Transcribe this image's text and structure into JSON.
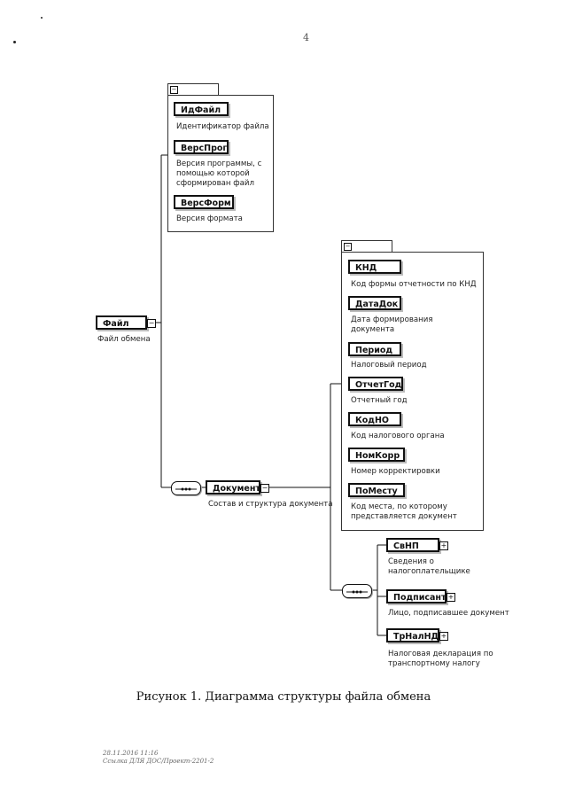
{
  "page_number": "4",
  "root": {
    "name": "Файл",
    "description": "Файл обмена"
  },
  "root_attributes": {
    "header": "attributes",
    "items": [
      {
        "name": "ИдФайл",
        "description": "Идентификатор файла"
      },
      {
        "name": "ВерсПрог",
        "description": "Версия программы, с помощью которой сформирован файл"
      },
      {
        "name": "ВерсФорм",
        "description": "Версия формата"
      }
    ]
  },
  "document": {
    "name": "Документ",
    "description": "Состав и структура документа"
  },
  "document_attributes": {
    "header": "attributes",
    "items": [
      {
        "name": "КНД",
        "description": "Код формы отчетности по КНД"
      },
      {
        "name": "ДатаДок",
        "description": "Дата формирования документа"
      },
      {
        "name": "Период",
        "description": "Налоговый период"
      },
      {
        "name": "ОтчетГод",
        "description": "Отчетный год"
      },
      {
        "name": "КодНО",
        "description": "Код налогового органа"
      },
      {
        "name": "НомКорр",
        "description": "Номер корректировки"
      },
      {
        "name": "ПоМесту",
        "description": "Код места, по которому представляется документ"
      }
    ]
  },
  "document_children": [
    {
      "name": "СвНП",
      "description": "Сведения о налогоплательщике"
    },
    {
      "name": "Подписант",
      "description": "Лицо, подписавшее документ"
    },
    {
      "name": "ТрНалНД",
      "description": "Налоговая декларация по транспортному налогу"
    }
  ],
  "caption": "Рисунок 1. Диаграмма структуры файла обмена",
  "footer": {
    "line1": "28.11.2016 11:16",
    "line2": "Ссылка ДЛЯ ДОС/Проект-2201-2"
  }
}
